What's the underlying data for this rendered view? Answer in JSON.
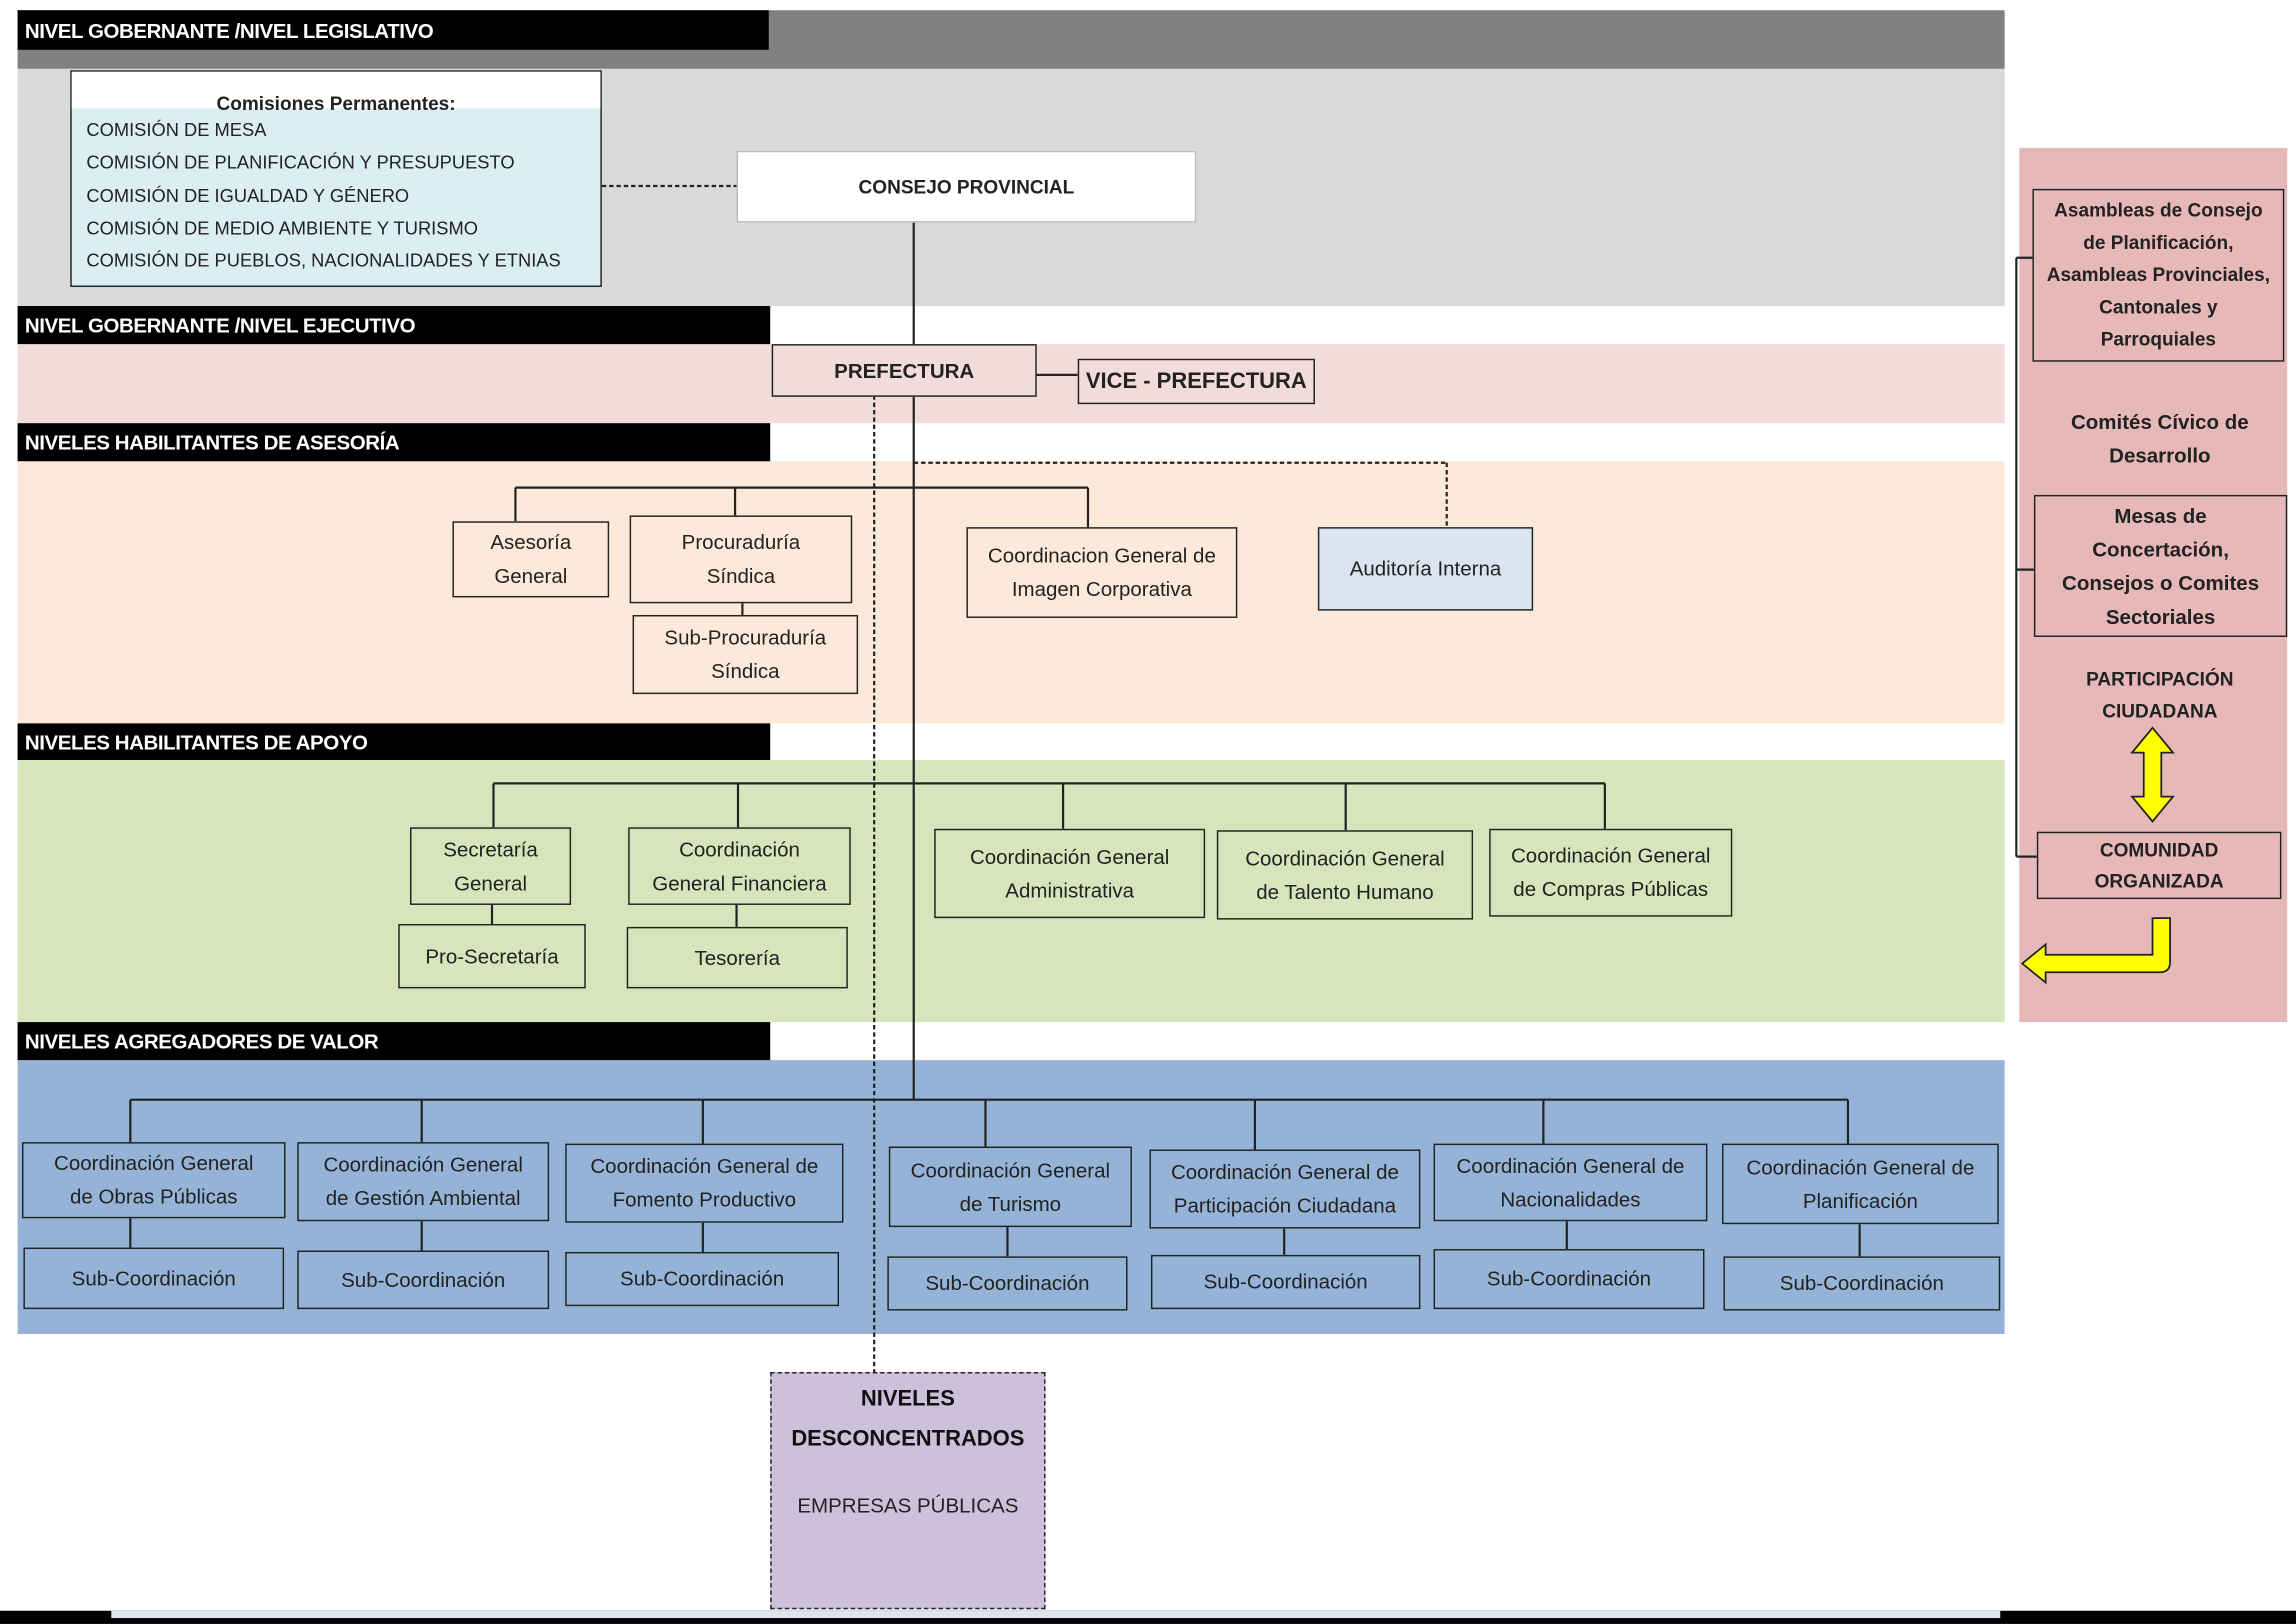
{
  "headers": {
    "legislativo": "NIVEL GOBERNANTE /NIVEL LEGISLATIVO",
    "ejecutivo": "NIVEL GOBERNANTE /NIVEL EJECUTIVO",
    "asesoria": "NIVELES  HABILITANTES DE ASESORÍA",
    "apoyo": "NIVELES  HABILITANTES DE APOYO",
    "valor": "NIVELES  AGREGADORES DE VALOR"
  },
  "comisiones": {
    "title": "Comisiones Permanentes:",
    "items": [
      "COMISIÓN DE MESA",
      "COMISIÓN DE PLANIFICACIÓN Y PRESUPUESTO",
      "COMISIÓN DE IGUALDAD Y GÉNERO",
      "COMISIÓN DE MEDIO AMBIENTE Y TURISMO",
      "COMISIÓN DE PUEBLOS, NACIONALIDADES  Y ETNIAS"
    ]
  },
  "consejo": "CONSEJO PROVINCIAL",
  "prefectura": "PREFECTURA",
  "vice": "VICE - PREFECTURA",
  "asesoria": {
    "asesoria_general": [
      "Asesoría",
      "General"
    ],
    "procuraduria": [
      "Procuraduría",
      "Síndica"
    ],
    "sub_procuraduria": [
      "Sub-Procuraduría",
      "Síndica"
    ],
    "imagen": [
      "Coordinacion General de",
      "Imagen Corporativa"
    ],
    "auditoria": "Auditoría Interna"
  },
  "apoyo": {
    "secretaria": [
      "Secretaría",
      "General"
    ],
    "pro_secretaria": "Pro-Secretaría",
    "financiera": [
      "Coordinación",
      "General Financiera"
    ],
    "tesoreria": "Tesorería",
    "administrativa": [
      "Coordinación General",
      "Administrativa"
    ],
    "talento": [
      "Coordinación General",
      "de Talento Humano"
    ],
    "compras": [
      "Coordinación General",
      "de Compras Públicas"
    ]
  },
  "valor": {
    "coordinaciones": [
      [
        "Coordinación General",
        "de Obras Públicas"
      ],
      [
        "Coordinación General",
        "de Gestión Ambiental"
      ],
      [
        "Coordinación General de",
        "Fomento Productivo"
      ],
      [
        "Coordinación General",
        "de Turismo"
      ],
      [
        "Coordinación General de",
        "Participación Ciudadana"
      ],
      [
        "Coordinación General de",
        "Nacionalidades"
      ],
      [
        "Coordinación General de",
        "Planificación"
      ]
    ],
    "sub_label": "Sub-Coordinación"
  },
  "desconcentrados": {
    "title": [
      "NIVELES",
      "DESCONCENTRADOS"
    ],
    "empresas": "EMPRESAS PÚBLICAS"
  },
  "participacion": {
    "asambleas": [
      "Asambleas de Consejo",
      "de Planificación,",
      "Asambleas Provinciales,",
      "Cantonales y",
      "Parroquiales"
    ],
    "comites": [
      "Comités Cívico de",
      "Desarrollo"
    ],
    "mesas": [
      "Mesas de",
      "Concertación,",
      "Consejos  o Comites",
      "Sectoriales"
    ],
    "participacion": [
      "PARTICIPACIÓN",
      "CIUDADANA"
    ],
    "comunidad": [
      "COMUNIDAD",
      "ORGANIZADA"
    ]
  },
  "colors": {
    "legislativo_band": "#d9d9d9",
    "legislativo_top": "#808080",
    "ejecutivo_band": "#f2dcdb",
    "asesoria_band": "#fde9d9",
    "apoyo_band": "#d7e4bc",
    "valor_band": "#95b3d7",
    "participacion_band": "#e6b9b8",
    "comisiones_bg": "#dbeef3",
    "auditoria_bg": "#dbe5f1",
    "desconcentrados_bg": "#ccc0da",
    "arrow_yellow": "#ffff00"
  }
}
